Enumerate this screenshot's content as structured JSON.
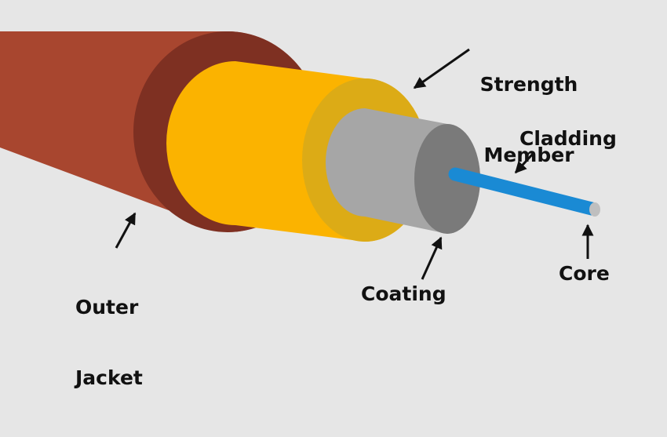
{
  "diagram": {
    "labels": {
      "strength_member_line1": "Strength",
      "strength_member_line2": "Member",
      "cladding": "Cladding",
      "core": "Core",
      "coating": "Coating",
      "outer_jacket_line1": "Outer",
      "outer_jacket_line2": "Jacket"
    },
    "colors": {
      "background": "#e6e6e6",
      "outer_jacket": "#a8462f",
      "outer_jacket_rim": "#7e3022",
      "strength_member": "#fbb300",
      "strength_member_rim": "#dcab16",
      "coating": "#a6a6a6",
      "coating_end": "#7a7a7a",
      "core": "#1a8ad4",
      "core_tip": "#bfbfbf",
      "text": "#111111"
    }
  }
}
